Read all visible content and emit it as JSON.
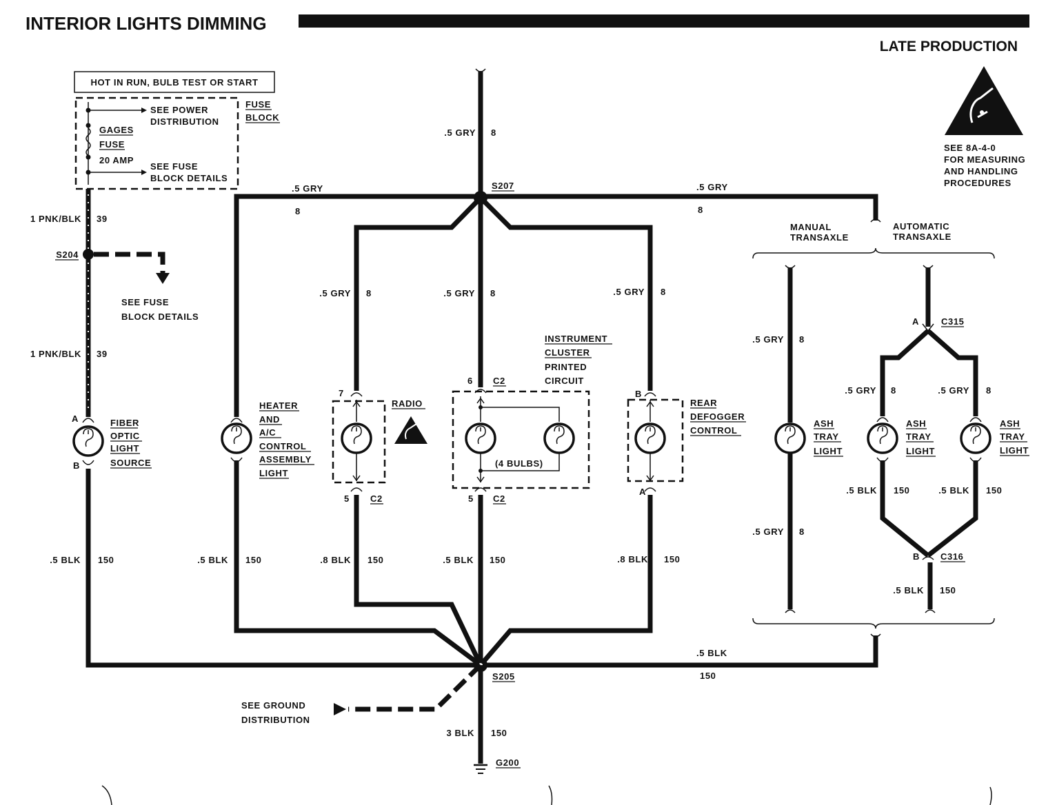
{
  "title": "INTERIOR LIGHTS DIMMING",
  "subtitle": "LATE PRODUCTION",
  "esd_note": [
    "SEE 8A-4-0",
    "FOR MEASURING",
    "AND HANDLING",
    "PROCEDURES"
  ],
  "fuse_box": {
    "hot_label": "HOT IN RUN, BULB TEST OR START",
    "see_power": [
      "SEE POWER",
      "DISTRIBUTION"
    ],
    "fuse_name": [
      "GAGES",
      "FUSE",
      "20 AMP"
    ],
    "see_fuse": [
      "SEE FUSE",
      "BLOCK DETAILS"
    ],
    "block_label": [
      "FUSE",
      "BLOCK"
    ]
  },
  "splices": {
    "s204": "S204",
    "s207": "S207",
    "s205": "S205",
    "g200": "G200"
  },
  "connectors": {
    "c2": "C2",
    "c315": "C315",
    "c316": "C316"
  },
  "pins": {
    "a": "A",
    "b": "B",
    "p5": "5",
    "p6": "6",
    "p7": "7"
  },
  "see_fuse_block": [
    "SEE FUSE",
    "BLOCK DETAILS"
  ],
  "see_ground": [
    "SEE GROUND",
    "DISTRIBUTION"
  ],
  "wires": {
    "pnk_blk": "1 PNK/BLK",
    "c39": "39",
    "gry": ".5 GRY",
    "c8": "8",
    "blk5": ".5 BLK",
    "blk8": ".8 BLK",
    "c150": "150",
    "blk3": "3 BLK"
  },
  "components": {
    "fiber": [
      "FIBER",
      "OPTIC",
      "LIGHT",
      "SOURCE"
    ],
    "heater": [
      "HEATER",
      "AND",
      "A/C",
      "CONTROL",
      "ASSEMBLY",
      "LIGHT"
    ],
    "radio": "RADIO",
    "cluster": [
      "INSTRUMENT",
      "CLUSTER",
      "PRINTED",
      "CIRCUIT"
    ],
    "bulbs": "(4 BULBS)",
    "defogger": [
      "REAR",
      "DEFOGGER",
      "CONTROL"
    ],
    "ashtray": [
      "ASH",
      "TRAY",
      "LIGHT"
    ]
  },
  "transaxle": {
    "manual": [
      "MANUAL",
      "TRANSAXLE"
    ],
    "automatic": [
      "AUTOMATIC",
      "TRANSAXLE"
    ]
  }
}
